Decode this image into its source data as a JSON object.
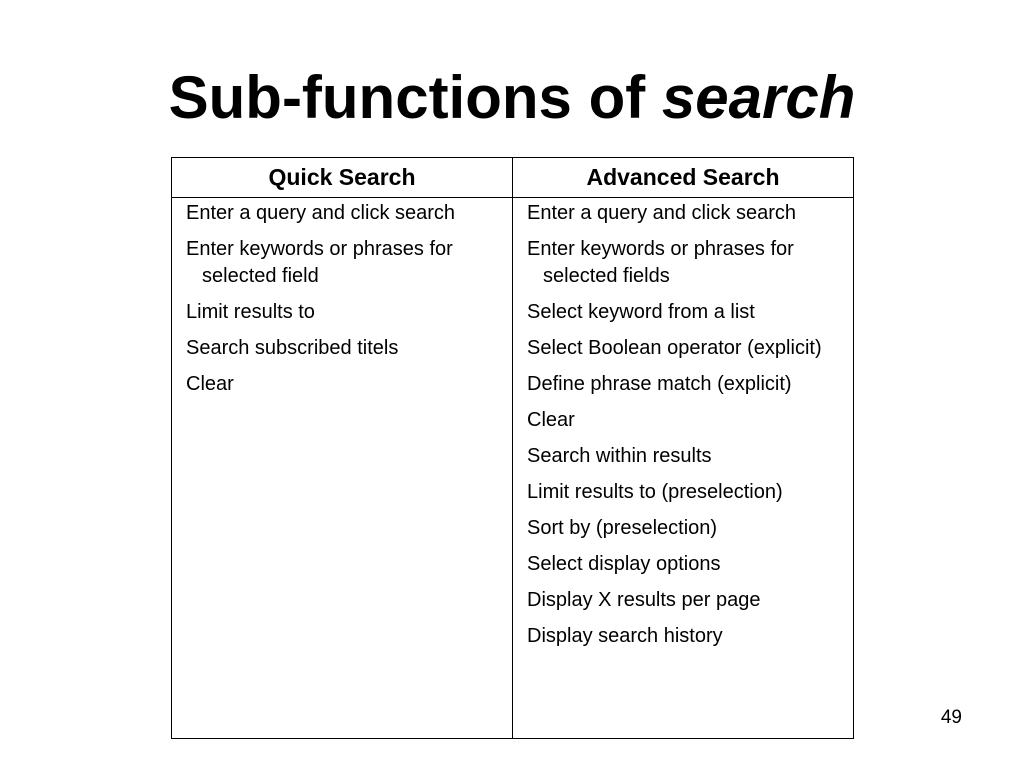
{
  "slide": {
    "title_main": "Sub-functions of ",
    "title_emphasis": "search",
    "page_number": "49"
  },
  "table": {
    "columns": [
      {
        "header": "Quick Search",
        "items": [
          "Enter a query and click search",
          "Enter keywords or phrases for selected field",
          "Limit results to",
          "Search subscribed titels",
          "Clear"
        ]
      },
      {
        "header": "Advanced Search",
        "items": [
          "Enter a query and click search",
          "Enter keywords or phrases for selected fields",
          "Select keyword from a list",
          "Select Boolean operator (explicit)",
          "Define phrase match (explicit)",
          "Clear",
          "Search within results",
          "Limit results to (preselection)",
          "Sort by (preselection)",
          "Select display options",
          "Display X results per page",
          "Display search history"
        ]
      }
    ]
  }
}
